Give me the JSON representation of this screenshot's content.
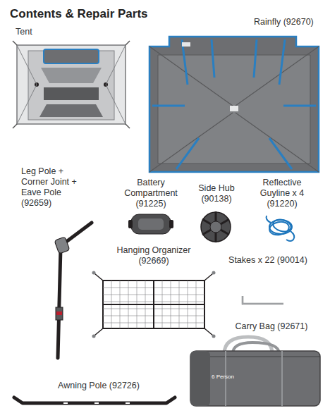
{
  "diagram": {
    "title": "Contents & Repair Parts",
    "labels": [
      "Tent",
      "Rainfly (92670)",
      "Leg Pole + Corner Joint + Eave Pole (92659)",
      "Battery Compartment (91225)",
      "Side Hub (90138)",
      "Reflective Guyline x 4 (91220)",
      "Hanging Organizer (92669)",
      "Stakes x 22 (90014)",
      "Carry Bag (92671)",
      "Awning Pole (92726)",
      "6 Person"
    ]
  }
}
